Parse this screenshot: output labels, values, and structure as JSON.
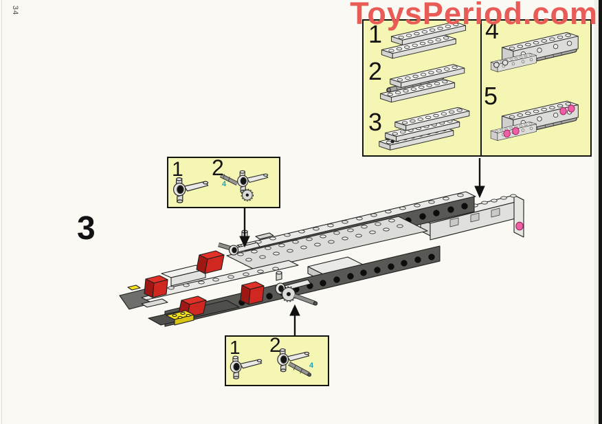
{
  "page": {
    "number": "34",
    "step": "3"
  },
  "watermark": {
    "text": "ToysPeriod.com",
    "color": "#e85b57"
  },
  "parts_box": {
    "items": [
      {
        "label": "1",
        "part": "two-stacked-1x8-plates"
      },
      {
        "label": "2",
        "part": "stacked-plates-with-ribbed-hose"
      },
      {
        "label": "3",
        "part": "three-stacked-plates-with-ribbed-hose"
      },
      {
        "label": "4",
        "part": "technic-brick-beam-with-hose"
      },
      {
        "label": "5",
        "part": "technic-brick-beam-with-pink-drums"
      }
    ]
  },
  "callouts": {
    "top": {
      "part1_label": "1",
      "part2_label": "2",
      "axle_label": "4"
    },
    "bottom": {
      "part1_label": "1",
      "part2_label": "2",
      "axle_label": "4"
    }
  },
  "colors": {
    "callout_bg": "#f6f6b4",
    "brick_red": "#d6281e",
    "brick_yellow": "#f2df1e",
    "brick_pink": "#ee5fa5",
    "axle_label_cyan": "#18a5b8",
    "watermark_red": "#e85b57",
    "paper": "#faf9f4"
  }
}
